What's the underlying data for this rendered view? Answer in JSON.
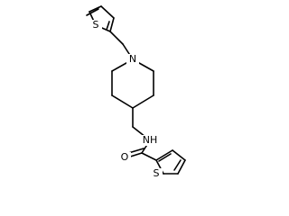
{
  "molecule": {
    "atoms": [
      {
        "id": "s_top",
        "label": "S"
      },
      {
        "id": "n_pip",
        "label": "N"
      },
      {
        "id": "n_amide",
        "label": "NH"
      },
      {
        "id": "o_amide",
        "label": "O"
      },
      {
        "id": "s_bottom",
        "label": "S"
      }
    ]
  }
}
